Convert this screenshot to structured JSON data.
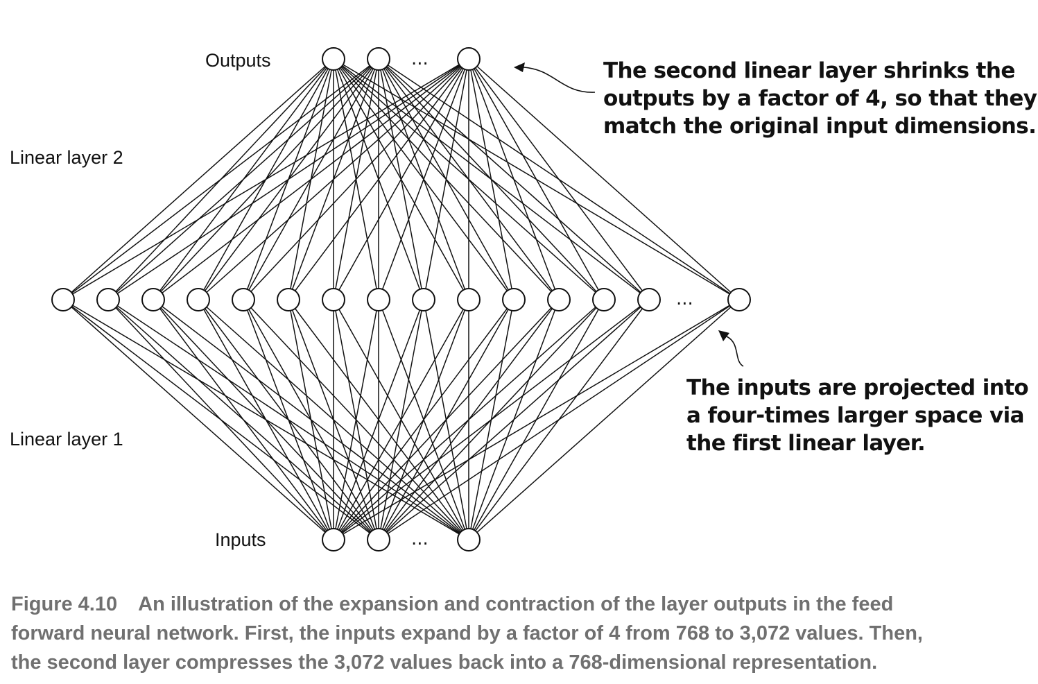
{
  "labels": {
    "outputs": "Outputs",
    "inputs": "Inputs",
    "linear_layer_2": "Linear layer 2",
    "linear_layer_1": "Linear layer 1",
    "ellipsis": "..."
  },
  "annotations": {
    "top": [
      "The second linear layer shrinks the",
      "outputs by a factor of 4, so that they",
      "match the original input dimensions."
    ],
    "bottom": [
      "The inputs are projected into",
      "a four-times larger space via",
      "the first linear layer."
    ]
  },
  "caption": {
    "figure_number": "Figure 4.10",
    "lines": [
      "An illustration of the expansion and contraction of the layer outputs in the feed",
      "forward neural network. First, the inputs expand by a factor of 4 from 768 to 3,072 values. Then,",
      "the second layer compresses the 3,072 values back into a 768-dimensional representation."
    ]
  },
  "colors": {
    "line": "#111111",
    "caption": "#707070",
    "node_fill": "#ffffff"
  }
}
